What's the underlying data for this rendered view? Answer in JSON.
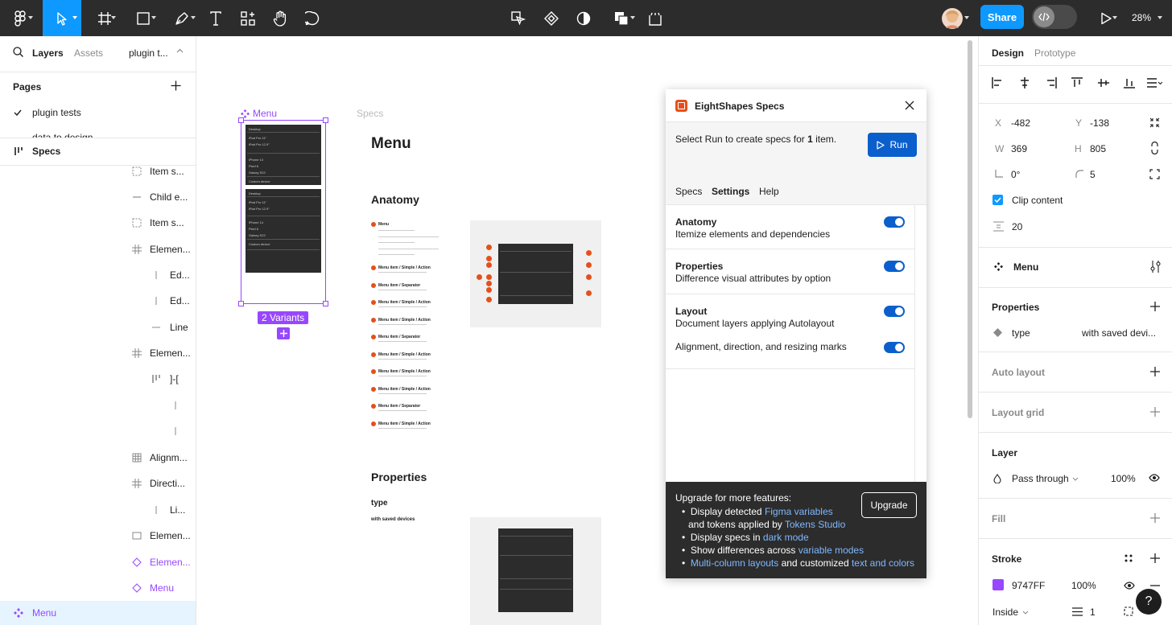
{
  "toolbar": {
    "share_label": "Share",
    "zoom": "28%",
    "icons": [
      "figma-menu-icon",
      "move-tool-icon",
      "frame-tool-icon",
      "shape-tool-icon",
      "pen-tool-icon",
      "text-tool-icon",
      "resources-icon",
      "hand-tool-icon",
      "comment-tool-icon",
      "edit-object-icon",
      "component-icon",
      "mask-icon",
      "boolean-icon",
      "crop-icon",
      "avatar",
      "dev-mode-icon",
      "present-icon"
    ]
  },
  "left_panel": {
    "tabs": {
      "layers": "Layers",
      "assets": "Assets",
      "file": "plugin t..."
    },
    "pages_label": "Pages",
    "pages": [
      "plugin tests",
      "data to design"
    ],
    "layers": [
      {
        "label": "Specs",
        "icon": "auto-layout-icon"
      },
      {
        "label": "Item s..."
      },
      {
        "label": "Child e..."
      },
      {
        "label": "Item s..."
      },
      {
        "label": "Elemen..."
      },
      {
        "label": "Ed..."
      },
      {
        "label": "Ed..."
      },
      {
        "label": "Line"
      },
      {
        "label": "Elemen..."
      },
      {
        "label": "]-["
      },
      {
        "label": "Alignm..."
      },
      {
        "label": "Directi..."
      },
      {
        "label": "Li..."
      },
      {
        "label": "Elemen..."
      },
      {
        "label": "Elemen..."
      },
      {
        "label": "Menu"
      },
      {
        "label": "Menu"
      }
    ]
  },
  "canvas": {
    "component_label": "Menu",
    "variants_label": "2 Variants",
    "specs_frame_label": "Specs",
    "spec_title": "Menu",
    "anatomy_heading": "Anatomy",
    "properties_heading": "Properties",
    "prop_name": "type",
    "prop_value": "with saved devices",
    "anatomy_items": [
      "Menu",
      "Menu item / Simple / Action",
      "Menu item / Separator",
      "Menu item / Simple / Action",
      "Menu item / Simple / Action",
      "Menu item / Separator",
      "Menu item / Simple / Action",
      "Menu item / Simple / Action",
      "Menu item / Simple / Action",
      "Menu item / Separator",
      "Menu item / Simple / Action"
    ],
    "menu_rows": [
      "Desktop",
      "iPad Pro 11\"",
      "iPad Pro 12.9\"",
      "iPhone 14",
      "Pixel 6",
      "Galaxy S22",
      "Custom device"
    ]
  },
  "plugin": {
    "title": "EightShapes Specs",
    "instruction_pre": "Select Run to create specs for ",
    "instruction_count": "1",
    "instruction_post": " item.",
    "run_label": "Run",
    "tabs": [
      "Specs",
      "Settings",
      "Help"
    ],
    "settings": [
      {
        "title": "Anatomy",
        "desc": "Itemize elements and dependencies",
        "on": true
      },
      {
        "title": "Properties",
        "desc": "Difference visual attributes by option",
        "on": true
      },
      {
        "title": "Layout",
        "desc": "Document layers applying Autolayout",
        "on": true
      },
      {
        "title": "",
        "desc": "Alignment, direction, and resizing marks",
        "on": true
      }
    ],
    "upgrade": {
      "heading": "Upgrade for more features:",
      "button": "Upgrade",
      "b1_pre": "Display detected ",
      "b1_link": "Figma variables",
      "b1b_pre": "and tokens applied by ",
      "b1b_link": "Tokens Studio",
      "b2_pre": "Display specs in ",
      "b2_link": "dark mode",
      "b3_pre": "Show differences across ",
      "b3_link": "variable modes",
      "b4_link": "Multi-column layouts",
      "b4_mid": " and customized ",
      "b4_link2": "text and colors"
    }
  },
  "right_panel": {
    "tabs": {
      "design": "Design",
      "prototype": "Prototype"
    },
    "x_label": "X",
    "x": "-482",
    "y_label": "Y",
    "y": "-138",
    "w_label": "W",
    "w": "369",
    "h_label": "H",
    "h": "805",
    "rotation": "0°",
    "radius": "5",
    "clip_content": "Clip content",
    "gap": "20",
    "component_name": "Menu",
    "properties_label": "Properties",
    "prop_name": "type",
    "prop_value": "with saved devi...",
    "auto_layout": "Auto layout",
    "layout_grid": "Layout grid",
    "layer_label": "Layer",
    "blend": "Pass through",
    "opacity": "100%",
    "fill_label": "Fill",
    "stroke_label": "Stroke",
    "stroke_color": "9747FF",
    "stroke_opacity": "100%",
    "stroke_position": "Inside",
    "stroke_weight": "1",
    "help": "?"
  },
  "colors": {
    "accent": "#0d99ff",
    "component": "#9747ff",
    "toolbar": "#2c2c2c",
    "spec_marker": "#e5501a",
    "toggle": "#0b5fcc"
  }
}
